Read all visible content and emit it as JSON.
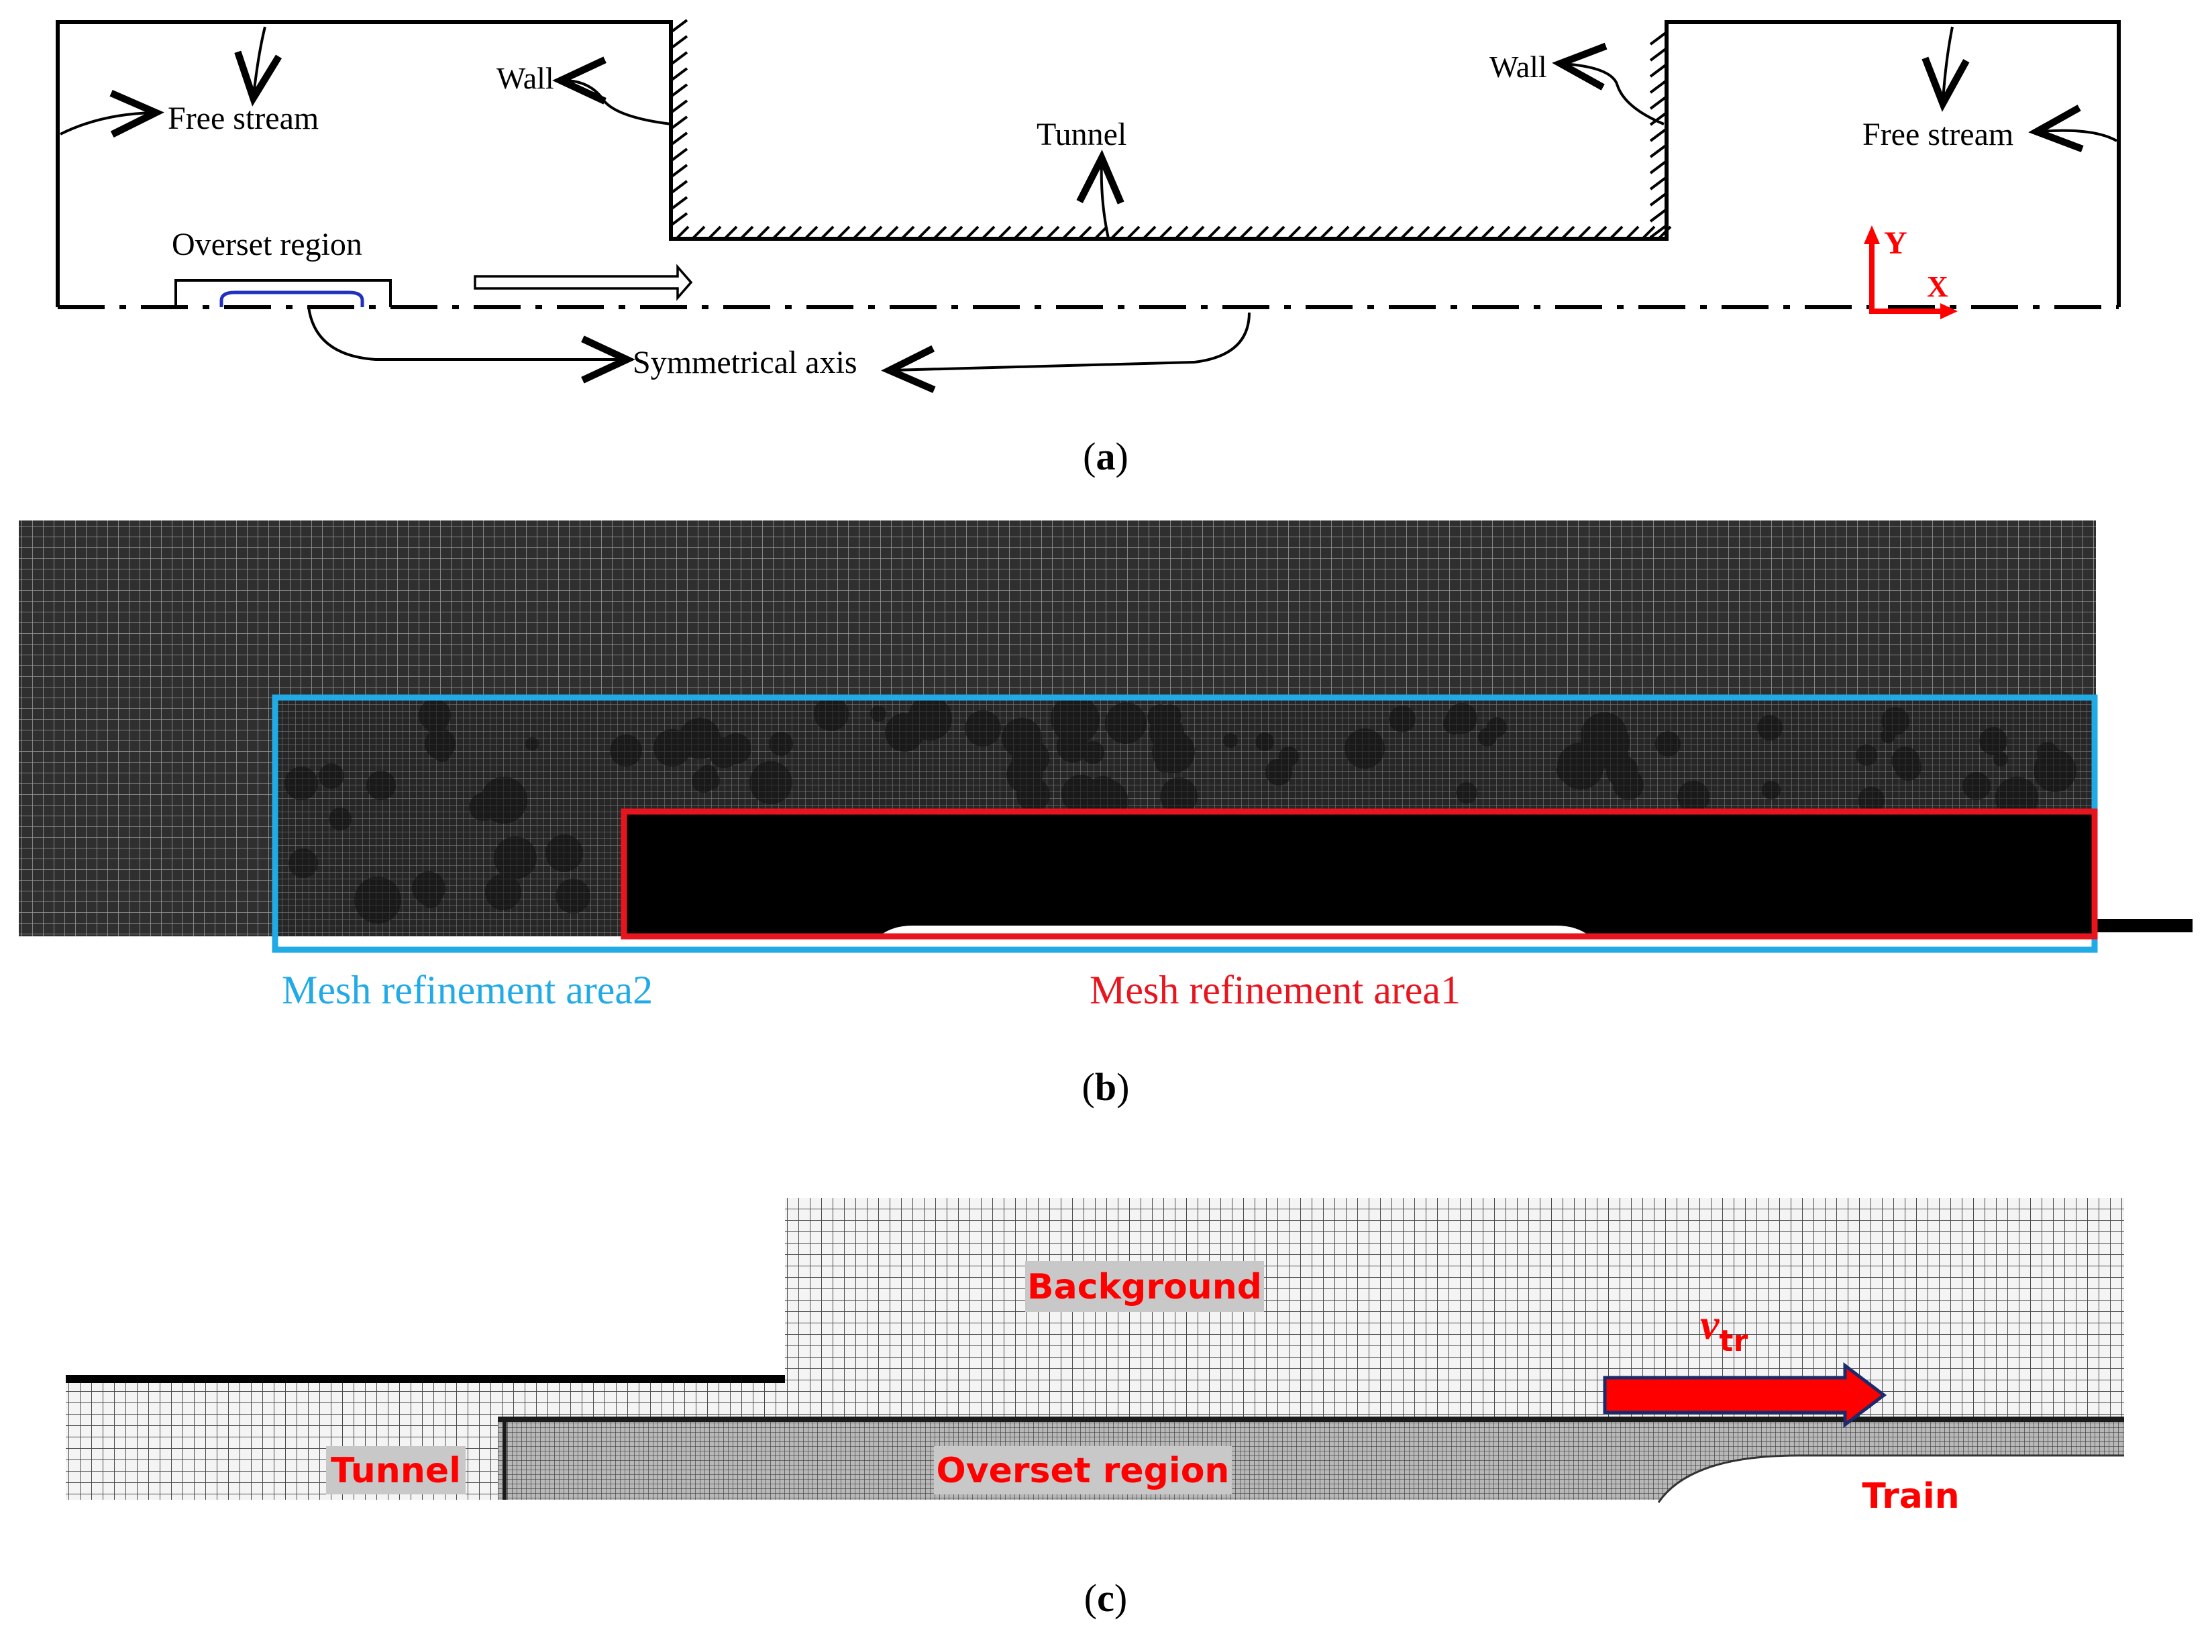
{
  "panel_a": {
    "label_open": "(",
    "label_letter": "a",
    "label_close": ")",
    "free_stream_left": "Free stream",
    "free_stream_right": "Free stream",
    "wall_left": "Wall",
    "wall_right": "Wall",
    "tunnel": "Tunnel",
    "overset_region": "Overset region",
    "symmetrical_axis": "Symmetrical axis",
    "axis_y": "Y",
    "axis_x": "X"
  },
  "panel_b": {
    "label_open": "(",
    "label_letter": "b",
    "label_close": ")",
    "area2": "Mesh refinement area2",
    "area1": "Mesh refinement area1"
  },
  "panel_c": {
    "label_open": "(",
    "label_letter": "c",
    "label_close": ")",
    "background": "Background",
    "tunnel": "Tunnel",
    "overset_region": "Overset region",
    "train": "Train",
    "velocity_symbol": "v",
    "velocity_subscript": "tr"
  },
  "colors": {
    "ink": "#000000",
    "red": "#ff0000",
    "blue_frame": "#22aae6",
    "red_frame": "#e8141e",
    "mesh_bg": "#3a3a3a",
    "mesh_line": "#bdbdbd",
    "label_box": "#c8c8c8",
    "arrow_outline": "#1a2a6a",
    "overset_train_outline": "#2030c0"
  }
}
